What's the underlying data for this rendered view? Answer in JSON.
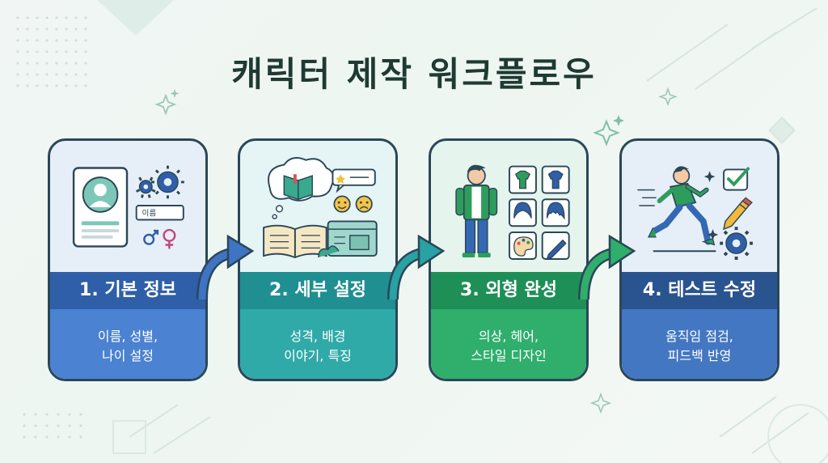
{
  "title": "캐릭터 제작 워크플로우",
  "steps": [
    {
      "heading": "1. 기본 정보",
      "desc_line1": "이름, 성별,",
      "desc_line2": "나이 설정",
      "name_tag": "이름"
    },
    {
      "heading": "2. 세부 설정",
      "desc_line1": "성격, 배경",
      "desc_line2": "이야기, 특징"
    },
    {
      "heading": "3. 외형 완성",
      "desc_line1": "의상, 헤어,",
      "desc_line2": "스타일 디자인"
    },
    {
      "heading": "4. 테스트 수정",
      "desc_line1": "움직임 점검,",
      "desc_line2": "피드백 반영"
    }
  ],
  "colors": {
    "step1": "#2f5fa8",
    "step2": "#1f8f92",
    "step3": "#1e8f57",
    "step4": "#2a5490"
  }
}
